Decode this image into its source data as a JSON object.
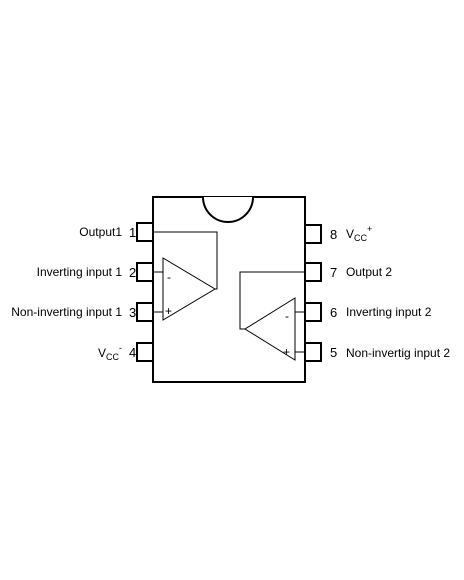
{
  "pins": [
    {
      "number": "1",
      "label": "Output1"
    },
    {
      "number": "2",
      "label": "Inverting input 1"
    },
    {
      "number": "3",
      "label": "Non-inverting input 1"
    },
    {
      "number": "4",
      "label": "V",
      "sub": "CC",
      "sup": "-"
    },
    {
      "number": "5",
      "label": "Non-invertig input 2"
    },
    {
      "number": "6",
      "label": "Inverting input 2"
    },
    {
      "number": "7",
      "label": "Output 2"
    },
    {
      "number": "8",
      "label": "V",
      "sub": "CC",
      "sup": "+"
    }
  ],
  "opamp_signs": {
    "inverting": "-",
    "non_inverting": "+"
  }
}
